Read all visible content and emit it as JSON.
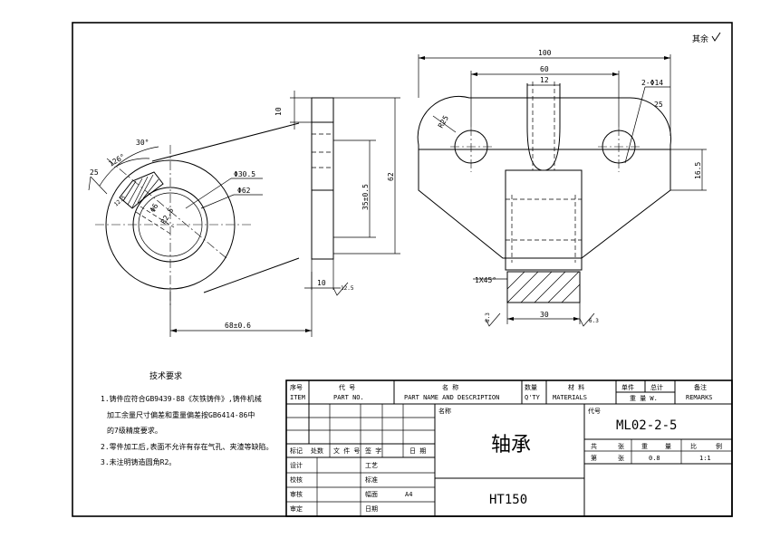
{
  "roughness_note": "其余",
  "technical_requirements": {
    "heading": "技术要求",
    "items": [
      "1.铸件应符合GB9439-88《灰铁铸件》,铸件机械",
      "加工余量尺寸偏差和重量偏差按GB6414-86中",
      "的7级精度要求。",
      "2.零件加工后,表面不允许有存在气孔、夹渣等缺陷。",
      "3.未注明铸造圆角R2。"
    ]
  },
  "dimensions": {
    "front_view": [
      "30°",
      "25",
      "126°",
      "Φ30.5",
      "Φ62",
      "Φ6",
      "R2.5",
      "68±0.6"
    ],
    "side_view": [
      "10",
      "35±0.5",
      "62",
      "10"
    ],
    "top_view": [
      "100",
      "60",
      "12",
      "2-Φ14",
      "25",
      "R25",
      "16.5",
      "1X45°",
      "30"
    ],
    "roughness_values": [
      "12.5",
      "12.5",
      "6.3",
      "6.3"
    ]
  },
  "title_block": {
    "headers": {
      "seq_cn": "序号",
      "seq_en": "ITEM",
      "code_cn": "代 号",
      "code_en": "PART NO.",
      "name_cn": "名 称",
      "name_en": "PART NAME AND DESCRIPTION",
      "qty_cn": "数量",
      "qty_en": "Q'TY",
      "material_cn": "材 料",
      "material_en": "MATERIALS",
      "unit_cn": "单件",
      "total_cn": "总计",
      "weight_cn": "重 量 W.",
      "remarks_cn": "备注",
      "remarks_en": "REMARKS"
    },
    "name_label": "名称",
    "part_name": "轴承",
    "material_value": "HT150",
    "code_label": "代号",
    "code_value": "ML02-2-5",
    "revision_row": [
      "标记",
      "处数",
      "文 件 号",
      "签 字",
      "日 期"
    ],
    "sheet_row": [
      "共",
      "张",
      "重",
      "量",
      "比",
      "例"
    ],
    "sheet_row2_label1": "第",
    "sheet_row2_label2": "张",
    "weight_value": "0.8",
    "scale_value": "1:1",
    "left_labels": [
      "设计",
      "校核",
      "审核",
      "审定"
    ],
    "mid_labels": [
      "工艺",
      "标准",
      "幅面",
      "日期"
    ],
    "format_value": "A4"
  }
}
